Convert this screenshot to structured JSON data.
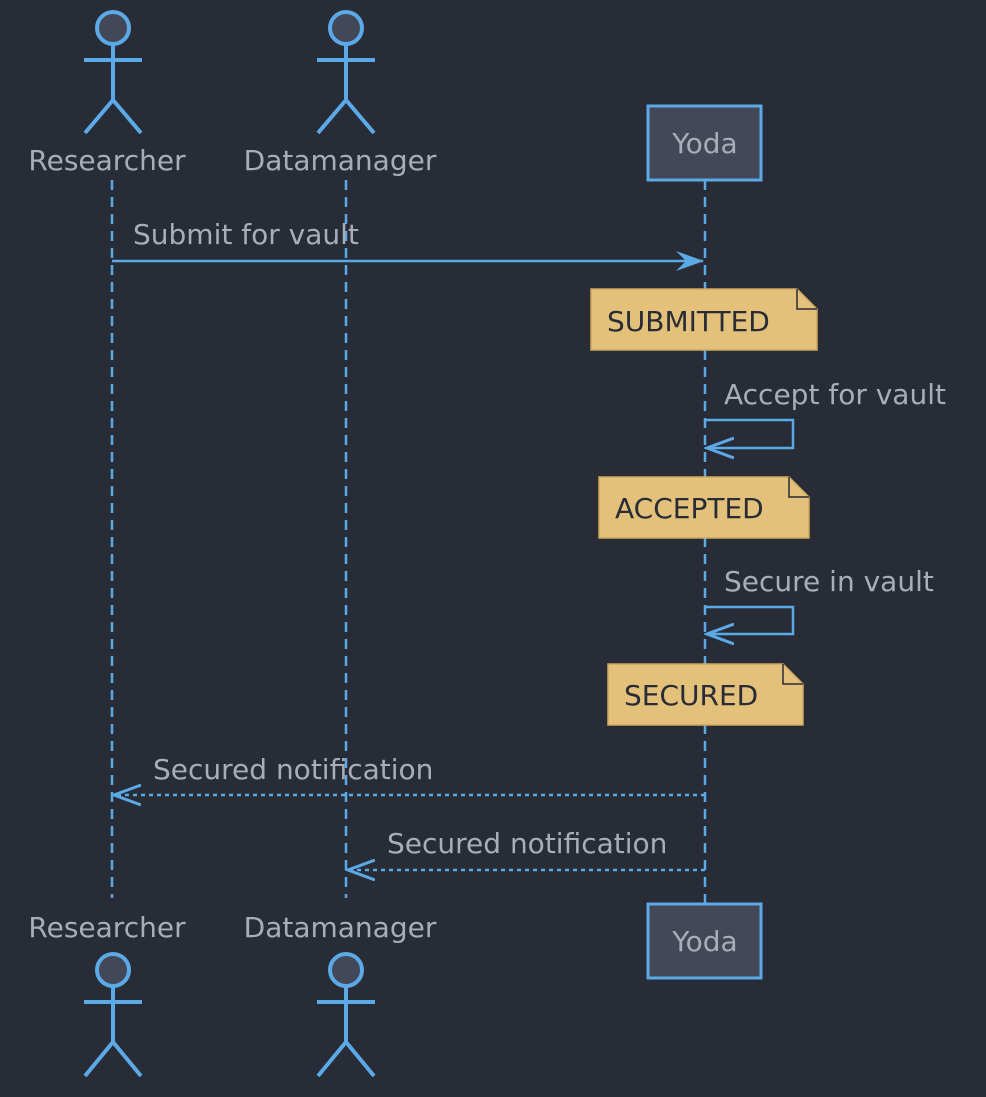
{
  "diagram": {
    "participants": [
      {
        "id": "researcher",
        "label": "Researcher",
        "kind": "actor"
      },
      {
        "id": "datamanager",
        "label": "Datamanager",
        "kind": "actor"
      },
      {
        "id": "yoda",
        "label": "Yoda",
        "kind": "box"
      }
    ],
    "messages": [
      {
        "from": "researcher",
        "to": "yoda",
        "label": "Submit for vault",
        "style": "solid"
      },
      {
        "from": "yoda",
        "to": "yoda",
        "label": "Accept for vault",
        "style": "solid"
      },
      {
        "from": "yoda",
        "to": "yoda",
        "label": "Secure in vault",
        "style": "solid"
      },
      {
        "from": "yoda",
        "to": "researcher",
        "label": "Secured notification",
        "style": "dotted"
      },
      {
        "from": "yoda",
        "to": "datamanager",
        "label": "Secured notification",
        "style": "dotted"
      }
    ],
    "notes": [
      {
        "over": "yoda",
        "text": "SUBMITTED"
      },
      {
        "over": "yoda",
        "text": "ACCEPTED"
      },
      {
        "over": "yoda",
        "text": "SECURED"
      }
    ]
  },
  "colors": {
    "background": "#272c36",
    "line": "#5ba9e6",
    "box_fill": "#424857",
    "text": "#a8adb8",
    "note_fill": "#e4c17a",
    "note_text": "#272c36",
    "note_border": "#cfa85c"
  }
}
